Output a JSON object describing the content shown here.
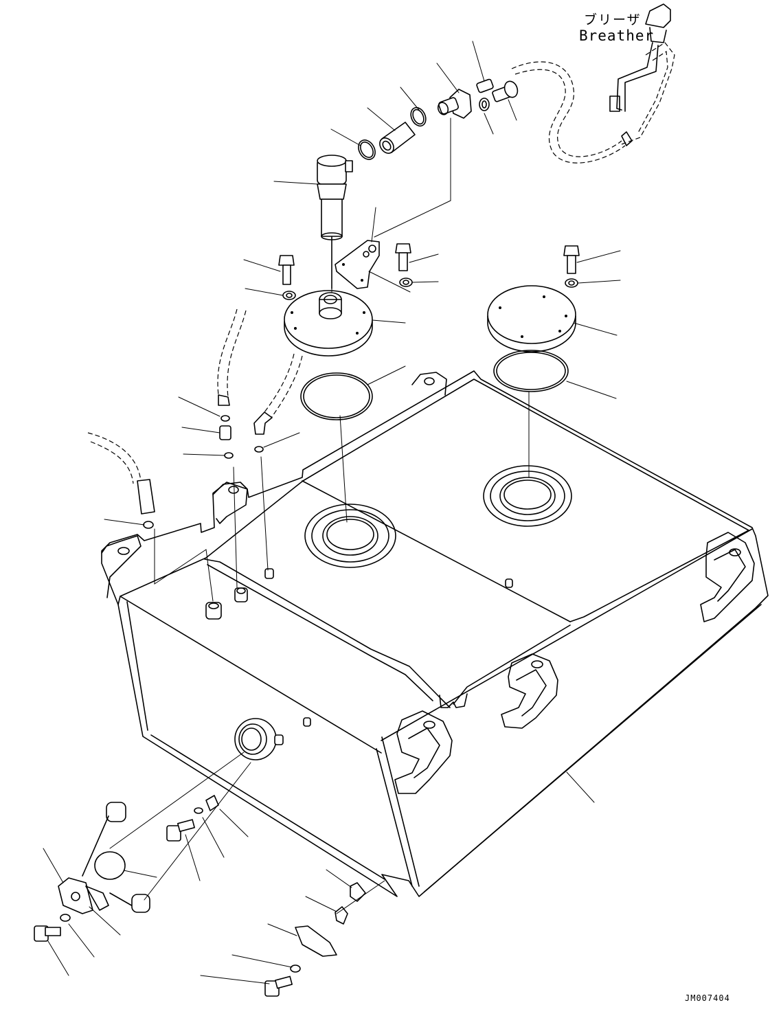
{
  "labels": {
    "breather_jp": "ブリーザ",
    "breather_en": "Breather",
    "drawing_number": "JM007404"
  },
  "colors": {
    "line": "#000000",
    "background": "#ffffff"
  }
}
